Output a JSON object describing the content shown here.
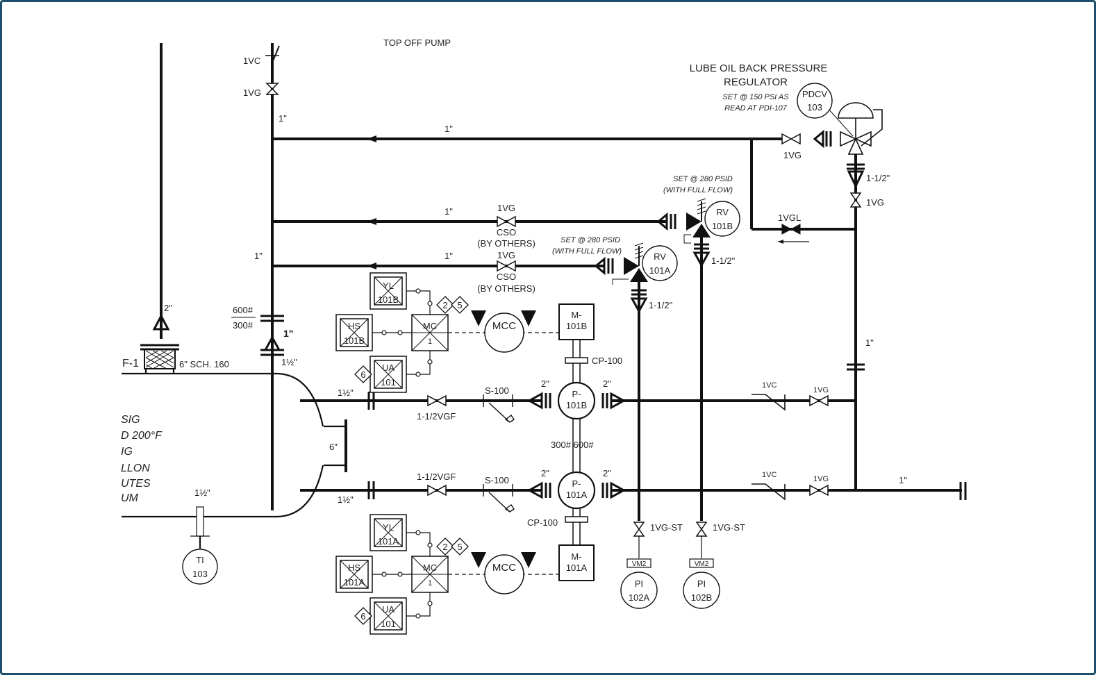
{
  "top_partial_label": "TOP OFF PUMP",
  "regulator": {
    "title_line1": "LUBE OIL BACK PRESSURE",
    "title_line2": "REGULATOR",
    "note_line1": "SET @ 150 PSI AS",
    "note_line2": "READ AT PDI-107",
    "tag_line1": "PDCV",
    "tag_line2": "103"
  },
  "relief_valves": [
    {
      "tag_line1": "RV",
      "tag_line2": "101B",
      "note_line1": "SET @ 280 PSID",
      "note_line2": "(WITH FULL FLOW)",
      "outlet": "1-1/2\""
    },
    {
      "tag_line1": "RV",
      "tag_line2": "101A",
      "note_line1": "SET @ 280 PSID",
      "note_line2": "(WITH FULL FLOW)",
      "outlet": "1-1/2\""
    }
  ],
  "valves": {
    "v1vc_top": "1VC",
    "v1vg_top": "1VG",
    "v1vg_reg": "1VG",
    "v1vg_reg_down": "1VG",
    "v1vgl": "1VGL",
    "v1vg_cso_b": "1VG",
    "cso_b": "CSO",
    "by_others_b": "(BY OTHERS)",
    "v1vg_cso_a": "1VG",
    "cso_a": "CSO",
    "by_others_a": "(BY OTHERS)",
    "suction_b": "1-1/2VGF",
    "suction_a": "1-1/2VGF",
    "strainer_b": "S-100",
    "strainer_a": "S-100",
    "check_b": "1VC",
    "gate_b": "1VG",
    "check_a": "1VC",
    "gate_a": "1VG",
    "drain_a": "1VG-ST",
    "drain_b": "1VG-ST"
  },
  "line_sizes": {
    "top_1": "1\"",
    "header_1": "1\"",
    "mid_1": "1\"",
    "low_1": "1\"",
    "vert_1": "1\"",
    "left_1": "1\"",
    "riser_2": "2\"",
    "reg_out": "1-1/2\"",
    "right_1": "1\"",
    "disch_1": "1\"",
    "p_b_suct": "2\"",
    "p_b_disch": "2\"",
    "p_a_suct": "2\"",
    "p_a_disch": "2\"",
    "pipe_6": "6\"",
    "inlet_b": "1½\"",
    "inlet_a": "1½\"",
    "ti_size": "1½\"",
    "vert_size": "1½\"",
    "sch": "6\" SCH. 160",
    "flange_hi": "600#",
    "flange_lo": "300#",
    "one_inch": "1\"",
    "pump_rating": "300# 600#"
  },
  "equipment": {
    "pump_b": {
      "l1": "P-",
      "l2": "101B"
    },
    "pump_a": {
      "l1": "P-",
      "l2": "101A"
    },
    "motor_b": {
      "l1": "M-",
      "l2": "101B"
    },
    "motor_a": {
      "l1": "M-",
      "l2": "101A"
    },
    "coupling_b": "CP-100",
    "coupling_a": "CP-100",
    "tank_tag": "F-1"
  },
  "instruments": {
    "yl_b": {
      "l1": "YL",
      "l2": "101B"
    },
    "hs_b": {
      "l1": "HS",
      "l2": "101B"
    },
    "mc_b": {
      "l1": "MC",
      "l2": "1"
    },
    "ua_b": {
      "l1": "UA",
      "l2": "101"
    },
    "yl_a": {
      "l1": "YL",
      "l2": "101A"
    },
    "hs_a": {
      "l1": "HS",
      "l2": "101A"
    },
    "mc_a": {
      "l1": "MC",
      "l2": "1"
    },
    "ua_a": {
      "l1": "UA",
      "l2": "101"
    },
    "mcc_b": "MCC",
    "mcc_a": "MCC",
    "d2": "2",
    "d5": "5",
    "d6": "6",
    "ti": {
      "l1": "TI",
      "l2": "103"
    },
    "pi_a": {
      "l1": "PI",
      "l2": "102A"
    },
    "pi_b": {
      "l1": "PI",
      "l2": "102B"
    },
    "vm2": "VM2"
  },
  "left_notes": [
    "SIG",
    "D 200°F",
    "IG",
    "LLON",
    "UTES",
    "UM"
  ]
}
